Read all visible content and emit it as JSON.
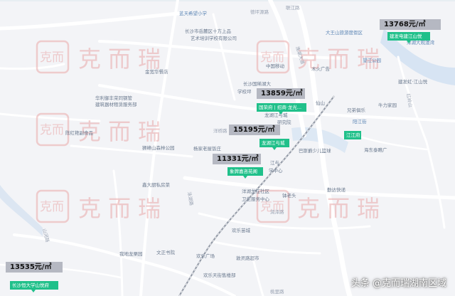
{
  "pois": [
    {
      "text": "蓝天希望小学",
      "kind": "poi"
    },
    {
      "text": "德坪源路",
      "kind": "road"
    },
    {
      "text": "联江路",
      "kind": "road"
    },
    {
      "text": "长沙市岳麓区十方上品",
      "kind": "poi"
    },
    {
      "text": "艺术培训学校有限公司",
      "kind": "poi"
    },
    {
      "text": "大王山旅游度假区",
      "kind": "poi"
    },
    {
      "text": "渔湖大道",
      "kind": "road"
    },
    {
      "text": "洋湖大观澳湾",
      "kind": "poi"
    },
    {
      "text": "中国移动",
      "kind": "poi"
    },
    {
      "text": "木火广告",
      "kind": "poi"
    },
    {
      "text": "望江公园",
      "kind": "poi"
    },
    {
      "text": "金宽华餐店",
      "kind": "poi"
    },
    {
      "text": "长沙国稀湖大",
      "kind": "poi"
    },
    {
      "text": "学校坪",
      "kind": "poi"
    },
    {
      "text": "建发虹·江山悦",
      "kind": "poi"
    },
    {
      "text": "华利御丰荣同钢管",
      "kind": "poi"
    },
    {
      "text": "建筑器材租赁服务部",
      "kind": "poi"
    },
    {
      "text": "牛力家园",
      "kind": "poi"
    },
    {
      "text": "仙山",
      "kind": "poi"
    },
    {
      "text": "红岭山",
      "kind": "road"
    },
    {
      "text": "龙湖江与城",
      "kind": "poi"
    },
    {
      "text": "研究院",
      "kind": "poi"
    },
    {
      "text": "兄弟俱乐",
      "kind": "poi"
    },
    {
      "text": "阳江街",
      "kind": "poi"
    },
    {
      "text": "陈红艳副食品",
      "kind": "poi"
    },
    {
      "text": "洋桥路",
      "kind": "road"
    },
    {
      "text": "狮峰山森林公园",
      "kind": "poi"
    },
    {
      "text": "杨家老屋饭庄",
      "kind": "poi"
    },
    {
      "text": "巴斯爵少儿篮球",
      "kind": "poi"
    },
    {
      "text": "海东泰瞧广",
      "kind": "poi"
    },
    {
      "text": "江与",
      "kind": "poi"
    },
    {
      "text": "学中心",
      "kind": "poi"
    },
    {
      "text": "鑫大厨私房菜",
      "kind": "poi"
    },
    {
      "text": "泳湖路",
      "kind": "road"
    },
    {
      "text": "洋湖龙在社区",
      "kind": "poi"
    },
    {
      "text": "卫生服务中心",
      "kind": "poi"
    },
    {
      "text": "钵老头",
      "kind": "poi"
    },
    {
      "text": "勤达快递",
      "kind": "poi"
    },
    {
      "text": "润泽路",
      "kind": "road"
    },
    {
      "text": "欢乐苗城",
      "kind": "poi"
    },
    {
      "text": "我地龙栗园",
      "kind": "poi"
    },
    {
      "text": "文正书院",
      "kind": "poi"
    },
    {
      "text": "欢乐广场",
      "kind": "poi"
    },
    {
      "text": "敦灵路超市",
      "kind": "poi"
    },
    {
      "text": "欢乐天街售楼部",
      "kind": "poi"
    },
    {
      "text": "山河路",
      "kind": "road"
    },
    {
      "text": "桃里路",
      "kind": "road"
    }
  ],
  "watermark": {
    "seal": "克而",
    "text": "克而瑞"
  },
  "markers": [
    {
      "price": "13768元/㎡",
      "name": "建发电建江山悦"
    },
    {
      "price": "13859元/㎡",
      "name": "国荣府 | 招商·龙光..."
    },
    {
      "price": "15195元/㎡",
      "name": "龙湖江与城"
    },
    {
      "price": "11331元/㎡",
      "name": "象牌嘉咨苑阁"
    },
    {
      "price": "13535元/㎡",
      "name": "长沙恒大学山悦府"
    }
  ],
  "jiangfu_label": "江江府",
  "attribution": "头条 @克而瑞湖南区域"
}
